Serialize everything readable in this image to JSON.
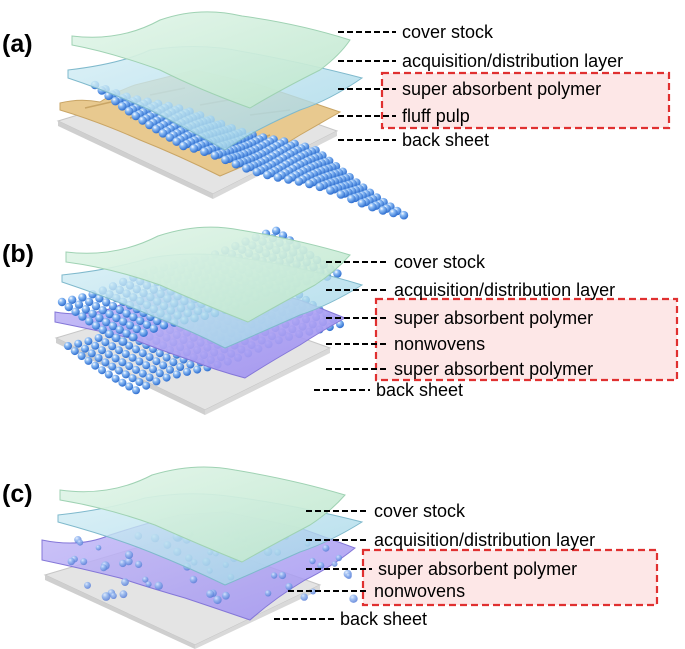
{
  "panels": [
    {
      "id": "a",
      "tag": "(a)",
      "labels": [
        "cover stock",
        "acquisition/distribution layer",
        "super absorbent polymer",
        "fluff pulp",
        "back sheet"
      ]
    },
    {
      "id": "b",
      "tag": "(b)",
      "labels": [
        "cover stock",
        "acquisition/distribution layer",
        "super absorbent polymer",
        "nonwovens",
        "super absorbent polymer",
        "back sheet"
      ]
    },
    {
      "id": "c",
      "tag": "(c)",
      "labels": [
        "cover stock",
        "acquisition/distribution layer",
        "super absorbent polymer",
        "nonwovens",
        "back sheet"
      ]
    }
  ],
  "colors": {
    "cover_stock": "#cfeedd",
    "acquisition_layer": "#bfe3ee",
    "polymer_bead": "#4f8fe0",
    "fluff_pulp": "#e8c98f",
    "nonwovens": "#a99cf2",
    "back_sheet": "#e3e3e3",
    "highlight_box": "#e03030",
    "highlight_fill": "#fde7e7"
  }
}
